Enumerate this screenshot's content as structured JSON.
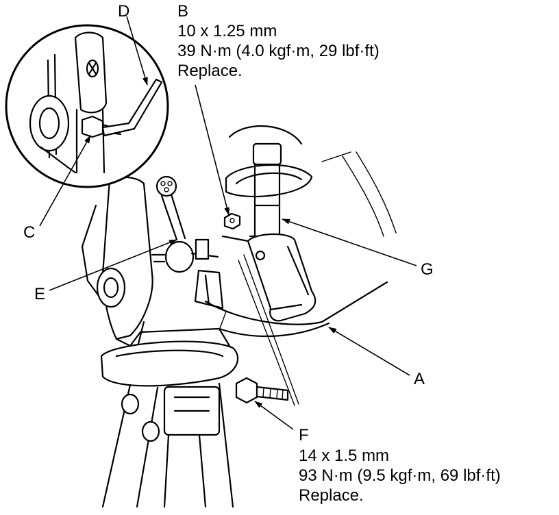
{
  "labels": {
    "A": "A",
    "B": "B",
    "C": "C",
    "D": "D",
    "E": "E",
    "F": "F",
    "G": "G"
  },
  "spec_b": {
    "size": "10 x 1.25 mm",
    "torque": "39 N·m (4.0 kgf·m, 29 lbf·ft)",
    "note": "Replace."
  },
  "spec_f": {
    "size": "14 x 1.5 mm",
    "torque": "93 N·m (9.5 kgf·m, 69 lbf·ft)",
    "note": "Replace."
  }
}
